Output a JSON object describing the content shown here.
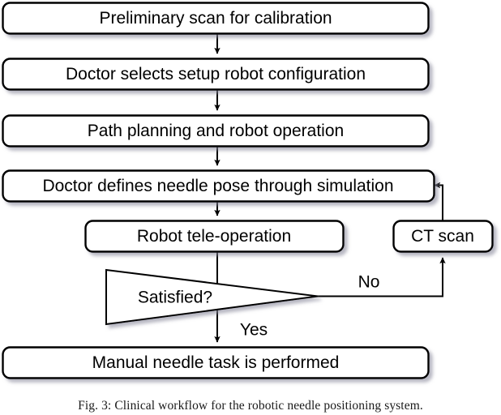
{
  "figure": {
    "caption": "Fig. 3: Clinical workflow for the robotic needle positioning system."
  },
  "colors": {
    "stroke": "#000000",
    "fill": "#ffffff",
    "shadow": "#b9b9c6",
    "text": "#000000"
  },
  "chart_data": {
    "type": "diagram",
    "title": "Clinical workflow for the robotic needle positioning system",
    "nodes": [
      {
        "id": "n1",
        "label": "Preliminary scan for calibration",
        "shape": "rounded-rect"
      },
      {
        "id": "n2",
        "label": "Doctor selects setup robot configuration",
        "shape": "rounded-rect"
      },
      {
        "id": "n3",
        "label": "Path planning and robot operation",
        "shape": "rounded-rect"
      },
      {
        "id": "n4",
        "label": "Doctor defines needle pose through simulation",
        "shape": "rounded-rect"
      },
      {
        "id": "n5",
        "label": "Robot tele-operation",
        "shape": "rounded-rect"
      },
      {
        "id": "n6",
        "label": "CT scan",
        "shape": "rounded-rect"
      },
      {
        "id": "n7",
        "label": "Satisfied?",
        "shape": "triangle-decision"
      },
      {
        "id": "n8",
        "label": "Manual needle task is performed",
        "shape": "rounded-rect"
      }
    ],
    "edges": [
      {
        "from": "n1",
        "to": "n2",
        "label": ""
      },
      {
        "from": "n2",
        "to": "n3",
        "label": ""
      },
      {
        "from": "n3",
        "to": "n4",
        "label": ""
      },
      {
        "from": "n4",
        "to": "n5",
        "label": ""
      },
      {
        "from": "n5",
        "to": "n7",
        "label": ""
      },
      {
        "from": "n7",
        "to": "n6",
        "label": "No"
      },
      {
        "from": "n6",
        "to": "n4",
        "label": ""
      },
      {
        "from": "n7",
        "to": "n8",
        "label": "Yes"
      }
    ],
    "edge_labels": [
      "No",
      "Yes"
    ]
  },
  "nodes": {
    "n1": {
      "label": "Preliminary scan for calibration"
    },
    "n2": {
      "label": "Doctor selects setup robot configuration"
    },
    "n3": {
      "label": "Path planning and robot operation"
    },
    "n4": {
      "label": "Doctor defines needle pose through simulation"
    },
    "n5": {
      "label": "Robot tele-operation"
    },
    "n6": {
      "label": "CT scan"
    },
    "n7": {
      "label": "Satisfied?"
    },
    "n8": {
      "label": "Manual needle task is performed"
    }
  },
  "labels": {
    "no": "No",
    "yes": "Yes"
  }
}
